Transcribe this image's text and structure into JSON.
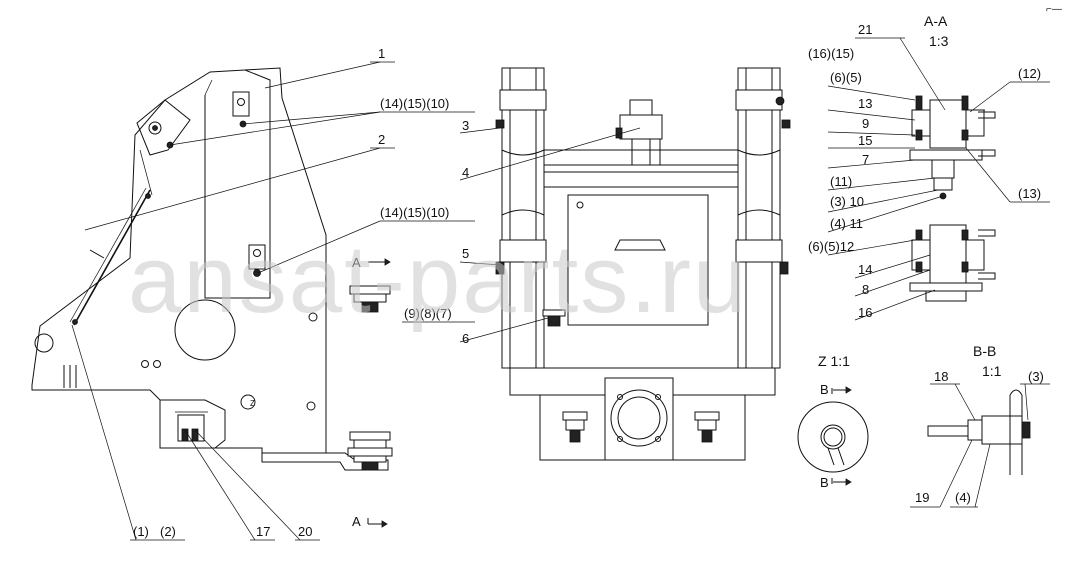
{
  "watermark": "ansat-parts.ru",
  "corner_mark": "⌐—",
  "callouts": [
    {
      "id": "c1",
      "text": "1"
    },
    {
      "id": "c2",
      "text": "2"
    },
    {
      "id": "c3",
      "text": "3"
    },
    {
      "id": "c4",
      "text": "4"
    },
    {
      "id": "c5",
      "text": "5"
    },
    {
      "id": "c6",
      "text": "6"
    },
    {
      "id": "c14a",
      "text": "(14)(15)(10)"
    },
    {
      "id": "c14b",
      "text": "(14)(15)(10)"
    },
    {
      "id": "c987",
      "text": "(9)(8)(7)"
    },
    {
      "id": "c12",
      "text": "(1)"
    },
    {
      "id": "c2b",
      "text": "(2)"
    },
    {
      "id": "c17",
      "text": "17"
    },
    {
      "id": "c20",
      "text": "20"
    },
    {
      "id": "cA1",
      "text": "A"
    },
    {
      "id": "cA2",
      "text": "A"
    },
    {
      "id": "cZ",
      "text": "Z"
    },
    {
      "id": "a21",
      "text": "21"
    },
    {
      "id": "a1615",
      "text": "(16)(15)"
    },
    {
      "id": "a65",
      "text": "(6)(5)"
    },
    {
      "id": "a13",
      "text": "13"
    },
    {
      "id": "a9",
      "text": "9"
    },
    {
      "id": "a15",
      "text": "15"
    },
    {
      "id": "a7",
      "text": "7"
    },
    {
      "id": "a11",
      "text": "(11)"
    },
    {
      "id": "a310",
      "text": "(3) 10"
    },
    {
      "id": "a411",
      "text": "(4) 11"
    },
    {
      "id": "a12p",
      "text": "(12)"
    },
    {
      "id": "a13p",
      "text": "(13)"
    },
    {
      "id": "a6512",
      "text": "(6)(5)12"
    },
    {
      "id": "a14",
      "text": "14"
    },
    {
      "id": "a8",
      "text": "8"
    },
    {
      "id": "a16",
      "text": "16"
    },
    {
      "id": "b18",
      "text": "18"
    },
    {
      "id": "b3",
      "text": "(3)"
    },
    {
      "id": "b19",
      "text": "19"
    },
    {
      "id": "b4",
      "text": "(4)"
    },
    {
      "id": "zB1",
      "text": "B"
    },
    {
      "id": "zB2",
      "text": "B"
    }
  ],
  "section_aa": {
    "title": "A-A",
    "scale": "1:3"
  },
  "section_bb": {
    "title": "B-B",
    "scale": "1:1"
  },
  "view_z": {
    "title": "Z 1:1"
  }
}
